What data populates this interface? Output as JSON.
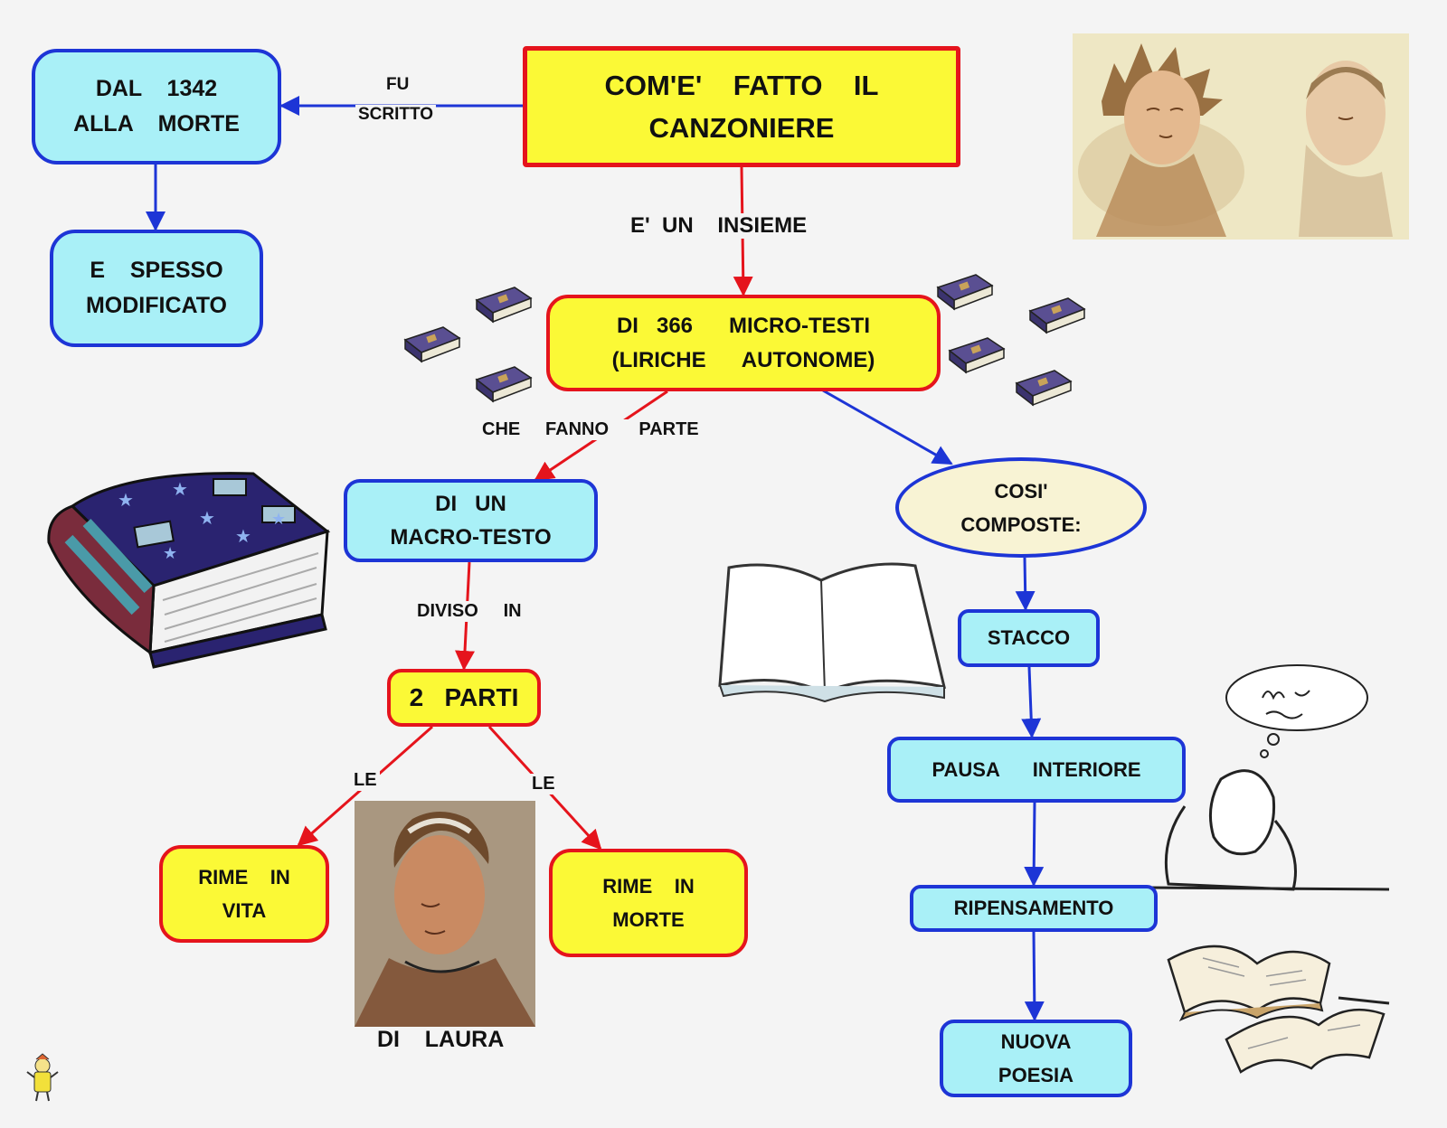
{
  "title": {
    "line1": "COM'E'    FATTO    IL",
    "line2": "CANZONIERE"
  },
  "nodes": {
    "dal1342": {
      "line1": "DAL    1342",
      "line2": "ALLA    MORTE"
    },
    "spesso": {
      "line1": "E    SPESSO",
      "line2": "MODIFICATO"
    },
    "microtesti": {
      "line1": "DI   366      MICRO-TESTI",
      "line2": "(LIRICHE      AUTONOME)"
    },
    "macrotesto": {
      "line1": "DI   UN",
      "line2": "MACRO-TESTO"
    },
    "dueparti": {
      "line1": "2   PARTI"
    },
    "rimevita": {
      "line1": "RIME    IN",
      "line2": "VITA"
    },
    "rimemorte": {
      "line1": "RIME    IN",
      "line2": "MORTE"
    },
    "cosi": {
      "line1": "COSI'",
      "line2": "COMPOSTE:"
    },
    "stacco": {
      "line1": "STACCO"
    },
    "pausa": {
      "line1": "PAUSA      INTERIORE"
    },
    "ripensamento": {
      "line1": "RIPENSAMENTO"
    },
    "nuova": {
      "line1": "NUOVA",
      "line2": "POESIA"
    }
  },
  "links": {
    "fu": "FU",
    "scritto": "SCRITTO",
    "insieme": "E'  UN    INSIEME",
    "fanno": "CHE     FANNO      PARTE",
    "diviso": "DIVISO     IN",
    "le_left": "LE",
    "le_right": "LE"
  },
  "caption_laura": "DI    LAURA",
  "colors": {
    "cyan": "#a9f0f7",
    "yellow": "#fbf936",
    "blue_border": "#1d35d6",
    "red_border": "#e5141c",
    "oval": "#f8f3d4"
  },
  "icons": [
    "portraits-picture",
    "small-book-icon",
    "large-book-picture",
    "open-book-picture",
    "thinking-person-picture",
    "open-books-picture",
    "laura-portrait-picture",
    "mascot-icon"
  ]
}
